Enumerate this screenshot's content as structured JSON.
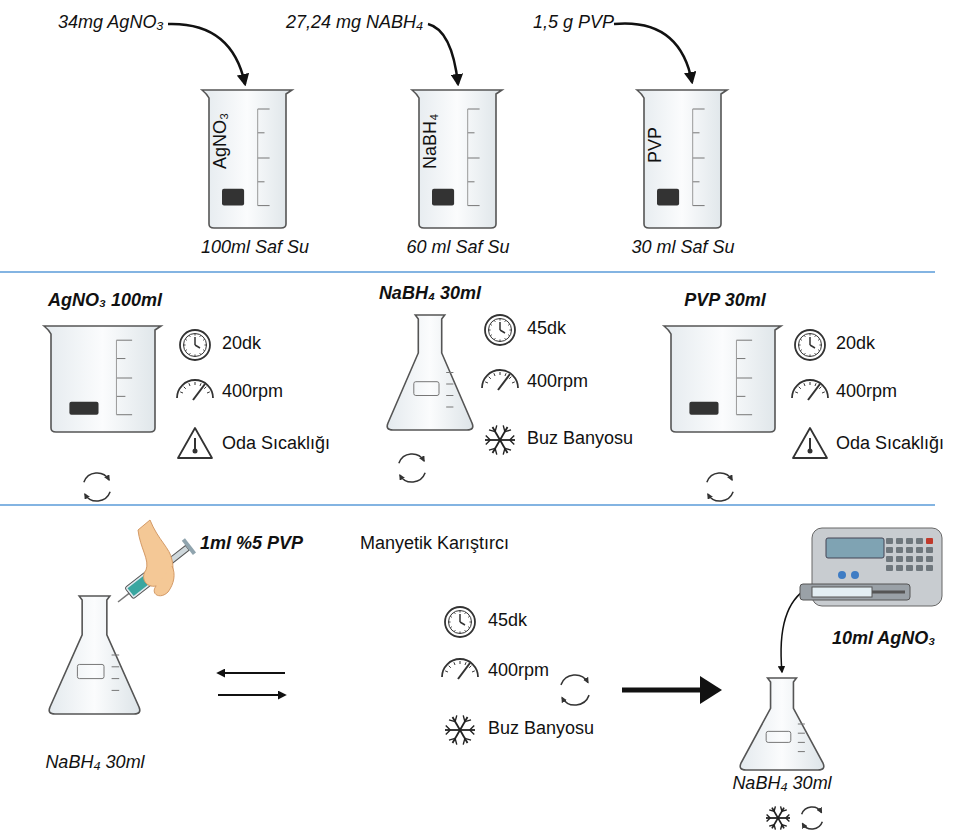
{
  "diagram": {
    "nodes": [
      {
        "text": [
          "AgNO₃",
          "100ml Saf Su"
        ]
      },
      {
        "text": [
          "NaBH₄",
          "60 ml Saf Su"
        ]
      },
      {
        "text": [
          "PVP",
          "30 ml Saf Su"
        ]
      },
      {
        "text": [
          "AgNO₃ 100ml"
        ]
      },
      {
        "text": [
          "NaBH₄ 30ml"
        ]
      },
      {
        "text": [
          "PVP 30ml"
        ]
      },
      {
        "text": [
          "NaBH₄ 30ml"
        ]
      },
      {
        "text": [
          "NaBH₄ 30ml"
        ]
      }
    ],
    "labels": [
      "34mg AgNO₃",
      "27,24 mg NABH₄",
      "1,5 g PVP",
      "20dk",
      "400rpm",
      "Oda Sıcaklığı",
      "45dk",
      "400rpm",
      "Buz Banyosu",
      "20dk",
      "400rpm",
      "Oda Sıcaklığı",
      "Manyetik Karıştırcı",
      "1ml %5 PVP",
      "45dk",
      "400rpm",
      "Buz Banyosu",
      "10ml AgNO₃"
    ]
  }
}
